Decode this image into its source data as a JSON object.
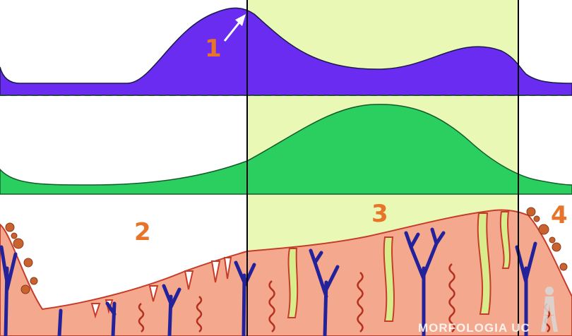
{
  "labels": {
    "hormone_peak": "1",
    "phase_left": "2",
    "phase_middle": "3",
    "phase_right": "4"
  },
  "watermark": "MORFOLOGIA UC",
  "colors": {
    "upper_curve_fill": "#6a2cf0",
    "lower_curve_fill": "#2bcf5f",
    "highlight_band": "#e9f8b4",
    "tissue_fill": "#f4a98e",
    "tissue_outline": "#c63c2a",
    "vessel": "#23229a",
    "gland_lumen": "#d8ec8c",
    "label_orange": "#e8742a",
    "divider": "#000000"
  }
}
